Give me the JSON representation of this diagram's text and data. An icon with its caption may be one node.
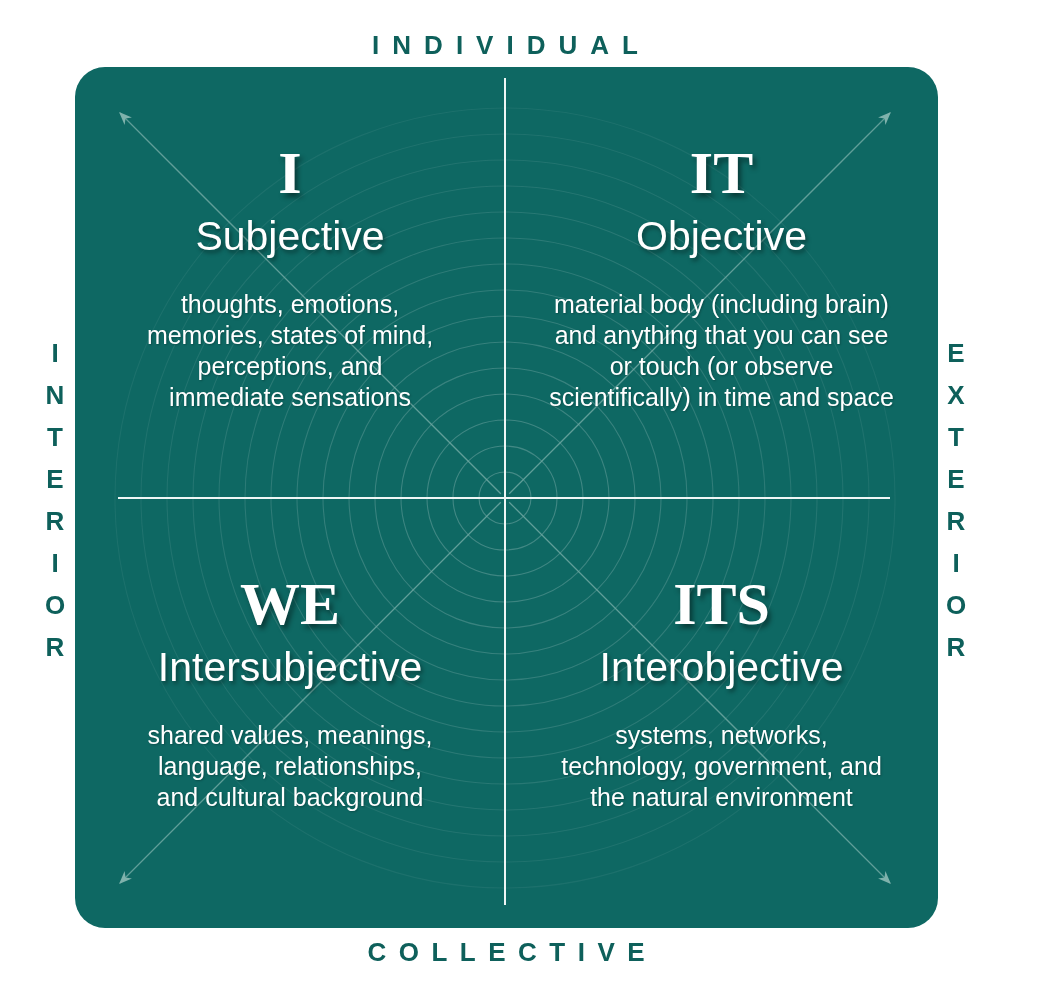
{
  "diagram": {
    "nodes": [
      {
        "text": [
          "I",
          "Subjective",
          "thoughts, emotions, memories, states of mind, perceptions, and immediate sensations"
        ]
      },
      {
        "text": [
          "IT",
          "Objective",
          "material body (including brain) and anything that you can see or touch (or observe scientifically) in time and space"
        ]
      },
      {
        "text": [
          "WE",
          "Intersubjective",
          "shared values, meanings, language, relationships, and cultural background"
        ]
      },
      {
        "text": [
          "ITS",
          "Interobjective",
          "systems, networks, technology, government, and the natural environment"
        ]
      }
    ],
    "labels": [
      "INDIVIDUAL",
      "INTERIOR",
      "EXTERIOR",
      "COLLECTIVE"
    ]
  }
}
